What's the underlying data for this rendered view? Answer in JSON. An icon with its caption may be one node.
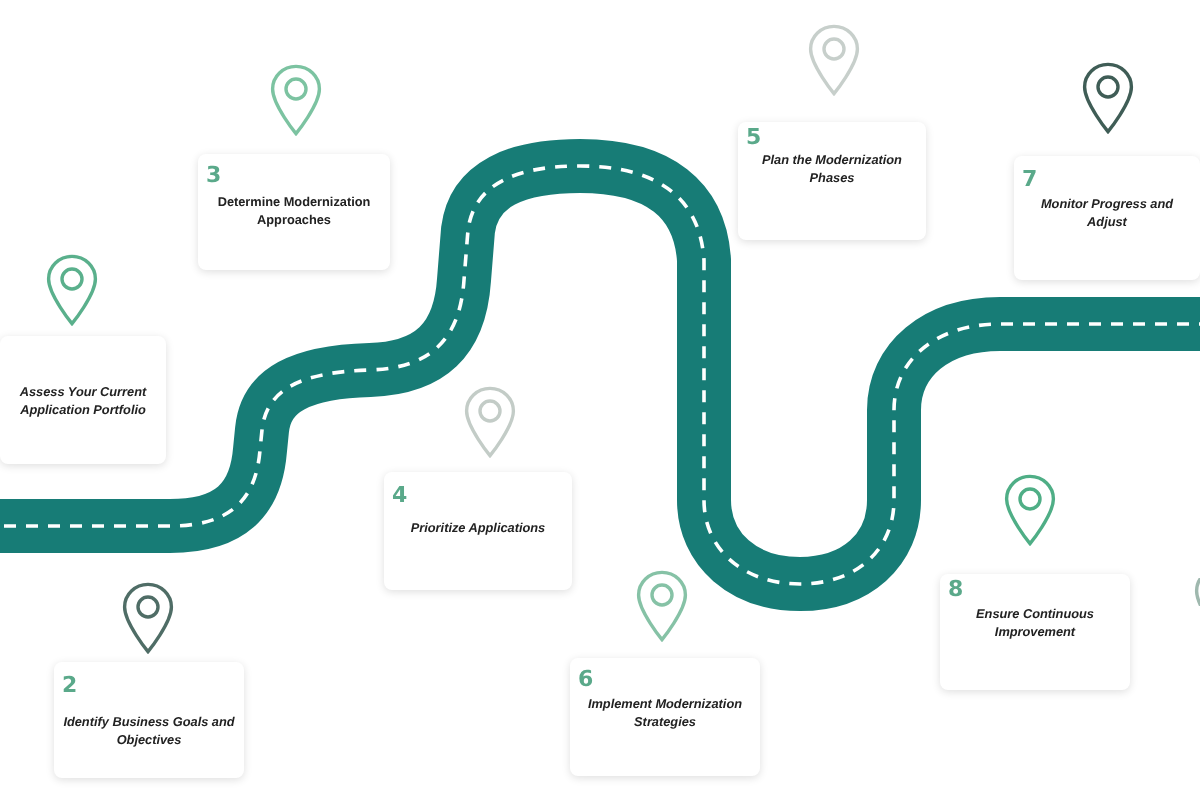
{
  "diagram": {
    "nodes": [
      {
        "text": [
          "Assess Your Current Application Portfolio"
        ]
      },
      {
        "text": [
          "2",
          "Identify Business Goals and Objectives"
        ]
      },
      {
        "text": [
          "3",
          "Determine Modernization Approaches"
        ]
      },
      {
        "text": [
          "4",
          "Prioritize Applications"
        ]
      },
      {
        "text": [
          "5",
          "Plan the Modernization Phases"
        ]
      },
      {
        "text": [
          "6",
          "Implement Modernization Strategies"
        ]
      },
      {
        "text": [
          "7",
          "Monitor Progress and Adjust"
        ]
      },
      {
        "text": [
          "8",
          "Ensure Continuous Improvement"
        ]
      }
    ]
  }
}
